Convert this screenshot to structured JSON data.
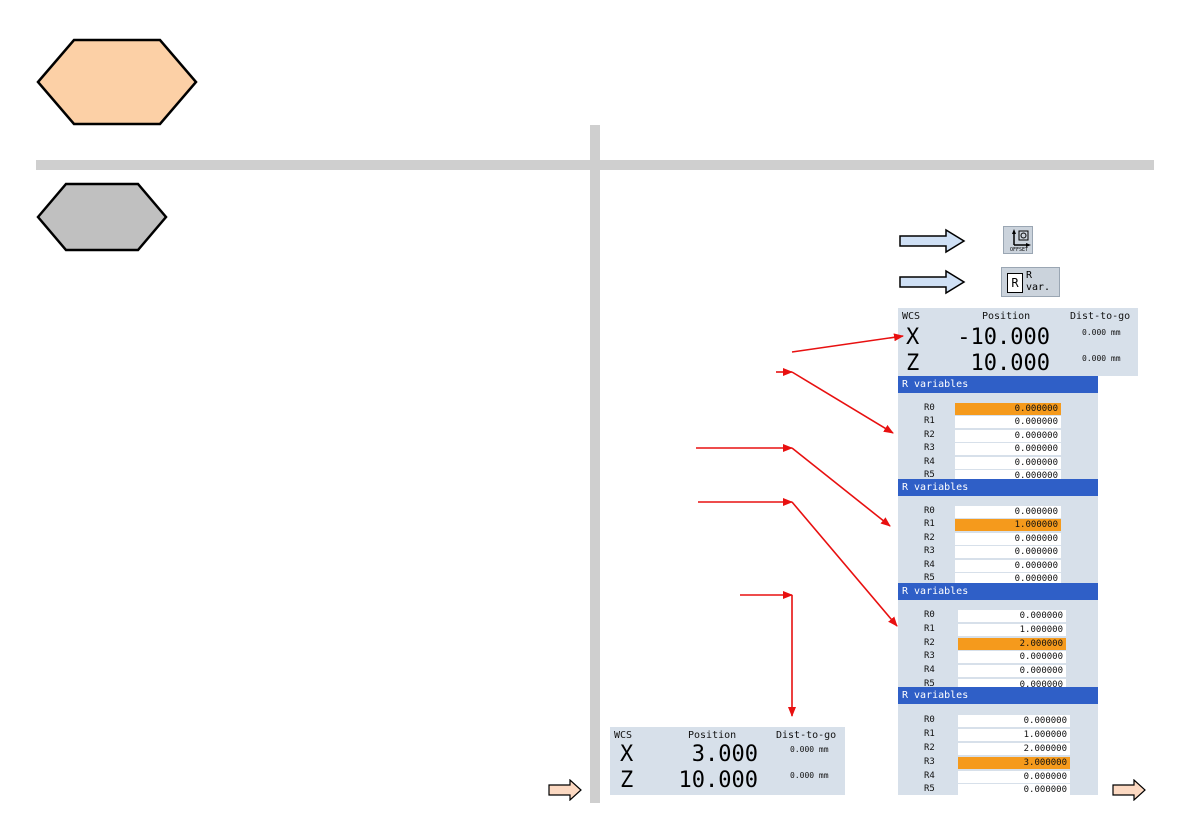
{
  "colors": {
    "hexagon_top": "#fcd0a6",
    "hexagon_bottom": "#c0c0c0",
    "divider": "#cfcfcf",
    "panel_bg": "#d7e0ea",
    "title_bar": "#2f5fc7",
    "highlight": "#f59a1c",
    "annotation_arrow": "#e81010",
    "block_arrow_fill": "#cfe0f5"
  },
  "toolbar": {
    "offset_icon_label": "OFFSET",
    "rvar_icon_letter": "R",
    "rvar_icon_label_top": "R",
    "rvar_icon_label_bottom": "var."
  },
  "position_top": {
    "header_wcs": "WCS",
    "header_position": "Position",
    "header_dtg": "Dist-to-go",
    "rows": [
      {
        "axis": "X",
        "value": "-10.000",
        "dtg": "0.000 mm"
      },
      {
        "axis": "Z",
        "value": "10.000",
        "dtg": "0.000 mm"
      }
    ]
  },
  "position_bottom": {
    "header_wcs": "WCS",
    "header_position": "Position",
    "header_dtg": "Dist-to-go",
    "rows": [
      {
        "axis": "X",
        "value": "3.000",
        "dtg": "0.000 mm"
      },
      {
        "axis": "Z",
        "value": "10.000",
        "dtg": "0.000 mm"
      }
    ]
  },
  "rvar_panels": [
    {
      "title": "R variables",
      "active": 0,
      "rows": [
        {
          "label": "R0",
          "value": "0.000000"
        },
        {
          "label": "R1",
          "value": "0.000000"
        },
        {
          "label": "R2",
          "value": "0.000000"
        },
        {
          "label": "R3",
          "value": "0.000000"
        },
        {
          "label": "R4",
          "value": "0.000000"
        },
        {
          "label": "R5",
          "value": "0.000000"
        }
      ]
    },
    {
      "title": "R variables",
      "active": 1,
      "rows": [
        {
          "label": "R0",
          "value": "0.000000"
        },
        {
          "label": "R1",
          "value": "1.000000"
        },
        {
          "label": "R2",
          "value": "0.000000"
        },
        {
          "label": "R3",
          "value": "0.000000"
        },
        {
          "label": "R4",
          "value": "0.000000"
        },
        {
          "label": "R5",
          "value": "0.000000"
        }
      ]
    },
    {
      "title": "R variables",
      "active": 2,
      "rows": [
        {
          "label": "R0",
          "value": "0.000000"
        },
        {
          "label": "R1",
          "value": "1.000000"
        },
        {
          "label": "R2",
          "value": "2.000000"
        },
        {
          "label": "R3",
          "value": "0.000000"
        },
        {
          "label": "R4",
          "value": "0.000000"
        },
        {
          "label": "R5",
          "value": "0.000000"
        }
      ]
    },
    {
      "title": "R variables",
      "active": 3,
      "rows": [
        {
          "label": "R0",
          "value": "0.000000"
        },
        {
          "label": "R1",
          "value": "1.000000"
        },
        {
          "label": "R2",
          "value": "2.000000"
        },
        {
          "label": "R3",
          "value": "3.000000"
        },
        {
          "label": "R4",
          "value": "0.000000"
        },
        {
          "label": "R5",
          "value": "0.000000"
        }
      ]
    }
  ]
}
